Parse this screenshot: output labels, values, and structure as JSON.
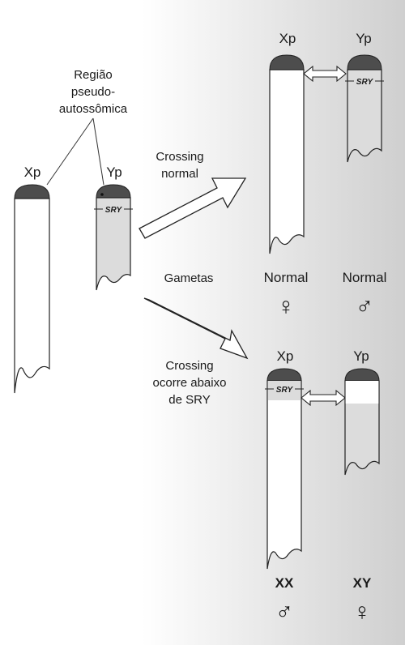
{
  "labels": {
    "region": [
      "Região",
      "pseudo-",
      "autossômica"
    ],
    "crossing_normal": [
      "Crossing",
      "normal"
    ],
    "crossing_below": [
      "Crossing",
      "ocorre abaixo",
      "de SRY"
    ],
    "gametes": "Gametas"
  },
  "chromosomes": {
    "parent_x": "Xp",
    "parent_y": "Yp",
    "top_x": "Xp",
    "top_y": "Yp",
    "bottom_x": "Xp",
    "bottom_y": "Yp",
    "sry": "SRY"
  },
  "outcomes": {
    "top_x_label": "Normal",
    "top_x_symbol": "♀",
    "top_y_label": "Normal",
    "top_y_symbol": "♂",
    "bottom_x_label": "XX",
    "bottom_x_symbol": "♂",
    "bottom_y_label": "XY",
    "bottom_y_symbol": "♀"
  },
  "colors": {
    "cap_dark": "#4d4d4d",
    "y_body": "#dcdcdc",
    "page_shade": "#d0d0d0"
  }
}
